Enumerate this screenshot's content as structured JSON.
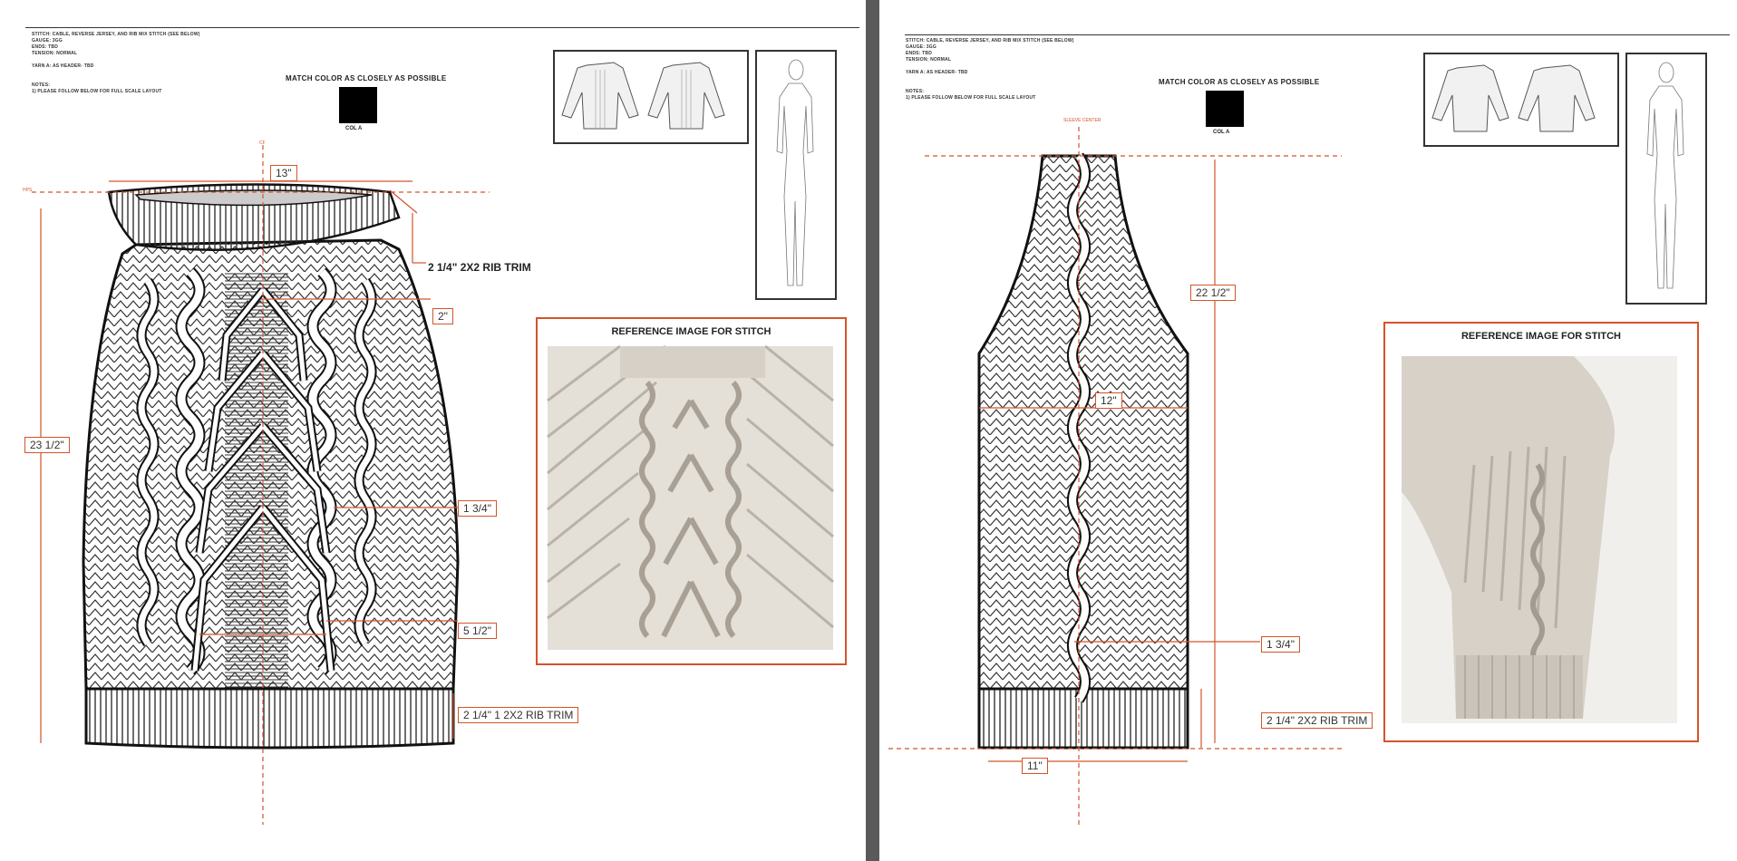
{
  "left": {
    "specs": "STITCH: CABLE, REVERSE JERSEY, AND RIB MIX STITCH (SEE BELOW)\nGAUGE: 3GG\nENDS: TBD\nTENSION: NORMAL\n\nYARN A: AS HEADER- TBD\n\n\nNOTES:\n1) PLEASE FOLLOW BELOW FOR FULL SCALE LAYOUT",
    "match_text": "MATCH COLOR AS CLOSELY AS POSSIBLE",
    "swatch_label": "COL A",
    "cf_label": "CF",
    "hps_label": "HPS",
    "dims": {
      "neck_width": "13\"",
      "neck_trim": "2 1/4\" 2X2 RIB TRIM",
      "cable_2": "2\"",
      "length": "23 1/2\"",
      "cable_1_3_4": "1 3/4\"",
      "center_5_1_2": "5 1/2\"",
      "hem_trim": "2 1/4\" 1 2X2 RIB TRIM"
    },
    "reference_title": "REFERENCE IMAGE FOR STITCH"
  },
  "right": {
    "specs": "STITCH: CABLE, REVERSE JERSEY, AND RIB MIX STITCH (SEE BELOW)\nGAUGE: 3GG\nENDS: TBD\nTENSION: NORMAL\n\nYARN A: AS HEADER- TBD\n\n\nNOTES:\n1) PLEASE FOLLOW BELOW FOR FULL SCALE LAYOUT",
    "match_text": "MATCH COLOR AS CLOSELY AS POSSIBLE",
    "swatch_label": "COL A",
    "sleeve_center_label": "SLEEVE CENTER",
    "dims": {
      "sleeve_length": "22 1/2\"",
      "sleeve_width": "12\"",
      "cable_1_3_4": "1 3/4\"",
      "cuff_trim": "2 1/4\" 2X2 RIB TRIM",
      "cuff_width": "11\""
    },
    "reference_title": "REFERENCE IMAGE FOR STITCH"
  },
  "colors": {
    "accent": "#d4542a",
    "divider": "#5a5a5a",
    "swatch": "#000000",
    "knit": "#e6e1d9"
  }
}
